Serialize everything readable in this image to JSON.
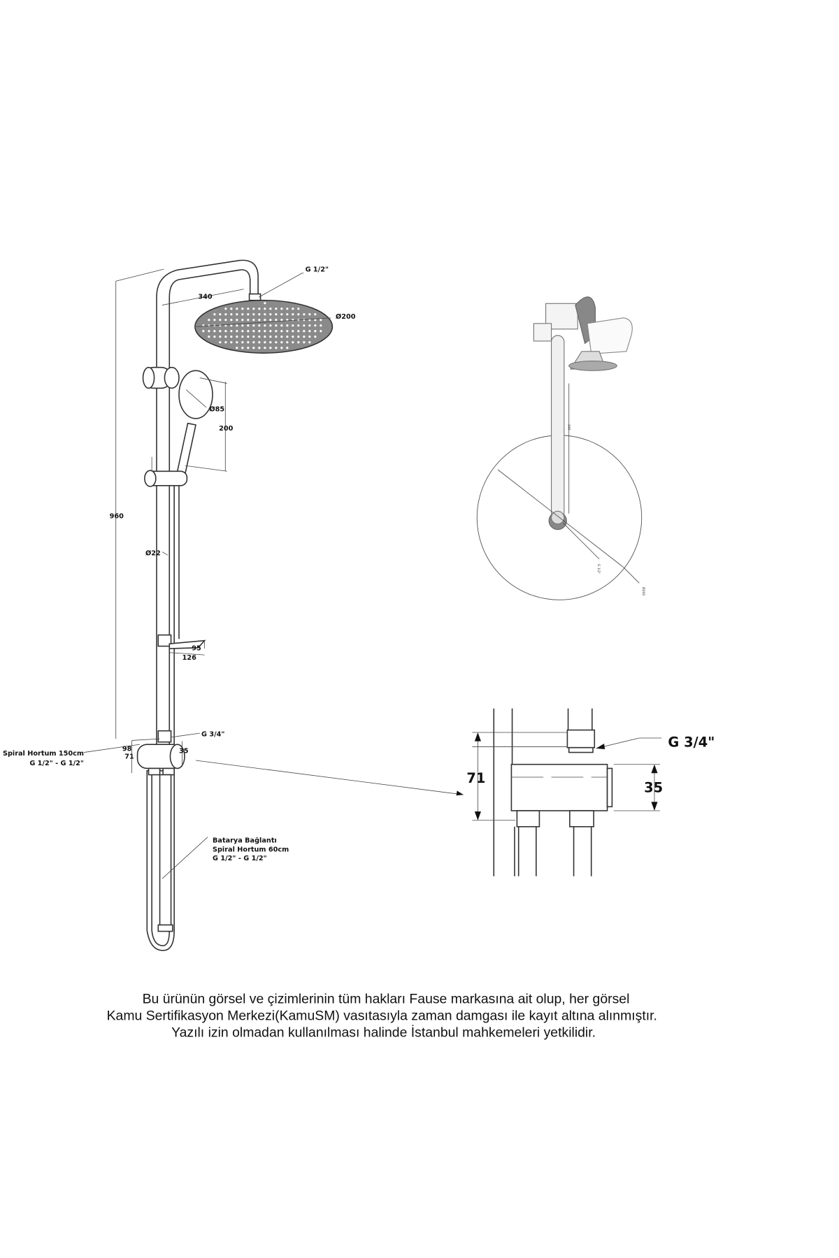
{
  "main_view": {
    "labels": {
      "head_connection": "G 1/2\"",
      "arm_length": "340",
      "head_diameter": "Ø200",
      "hand_diameter": "Ø85",
      "hand_height": "200",
      "total_height": "960",
      "pipe_diameter": "Ø22",
      "dish_depth": "95",
      "dish_width": "126",
      "diverter_thread": "G 3/4\"",
      "diverter_depth": "98",
      "diverter_dia": "35",
      "diverter_height": "71",
      "hose1_line1": "Spiral Hortum 150cm",
      "hose1_line2": "G 1/2\" - G 1/2\"",
      "hose2_line1": "Batarya Bağlantı",
      "hose2_line2": "Spiral Hortum 60cm",
      "hose2_line3": "G 1/2\" - G 1/2\""
    }
  },
  "top_view": {
    "labels": {
      "arm_length": "340",
      "connection": "G 1/2\"",
      "diameter": "Ø200"
    }
  },
  "detail_view": {
    "labels": {
      "thread": "G 3/4\"",
      "height": "71",
      "diameter": "35"
    }
  },
  "footer": {
    "line1": "Bu ürünün görsel ve çizimlerinin tüm hakları Fause markasına ait olup, her görsel",
    "line2": "Kamu Sertifikasyon Merkezi(KamuSM) vasıtasıyla zaman damgası ile kayıt altına alınmıştır.",
    "line3": "Yazılı izin olmadan kullanılması halinde İstanbul mahkemeleri yetkilidir."
  }
}
